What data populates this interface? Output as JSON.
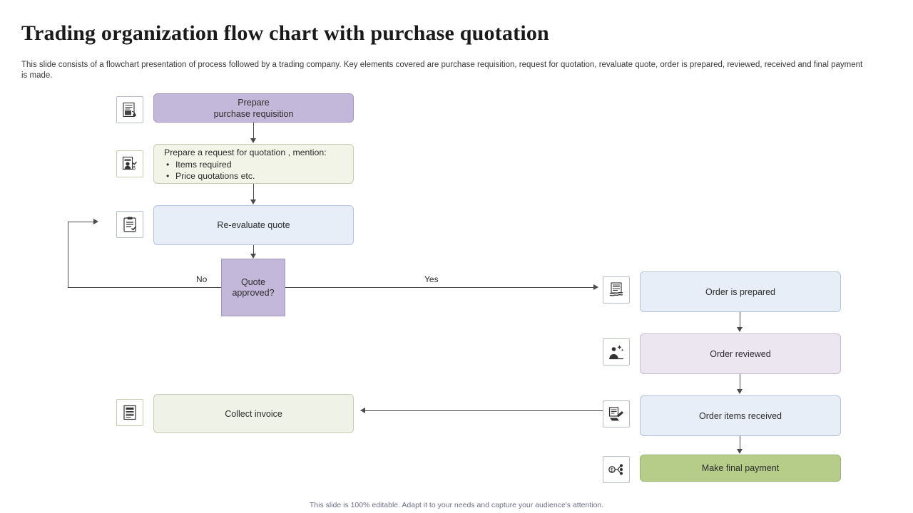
{
  "slide": {
    "title": "Trading organization flow chart with purchase quotation",
    "subtitle": "This slide consists of a flowchart presentation of process followed by a trading company. Key elements covered are purchase requisition, request for quotation, revaluate quote, order is prepared, reviewed, received and final payment is made.",
    "footer": "This slide is 100% editable.  Adapt it to your needs and capture your audience's attention."
  },
  "flow": {
    "prepare_requisition": {
      "line1": "Prepare",
      "line2": "purchase  requisition"
    },
    "request_quotation": {
      "heading": "Prepare  a request  for  quotation  , mention:",
      "bullet1": "Items required",
      "bullet2": "Price quotations  etc."
    },
    "reevaluate": "Re-evaluate   quote",
    "decision": {
      "line1": "Quote",
      "line2": "approved?"
    },
    "label_no": "No",
    "label_yes": "Yes",
    "order_prepared": "Order  is prepared",
    "order_reviewed": "Order  reviewed",
    "order_received": "Order  items received",
    "final_payment": "Make  final  payment",
    "collect_invoice": "Collect invoice"
  },
  "icons": {
    "requisition": "document-requisition-icon",
    "quotation": "person-quote-icon",
    "clipboard": "clipboard-checklist-icon",
    "order_prepared": "document-stack-icon",
    "order_reviewed": "review-star-icon",
    "order_received": "package-received-icon",
    "final_payment": "payment-network-icon",
    "invoice": "invoice-icon"
  },
  "colors": {
    "purple": "#c3b8d9",
    "cream": "#f1f4e6",
    "blue": "#e7eef8",
    "lavender": "#ece6f1",
    "green": "#b6cd8a",
    "connector": "#4a4a4a"
  }
}
